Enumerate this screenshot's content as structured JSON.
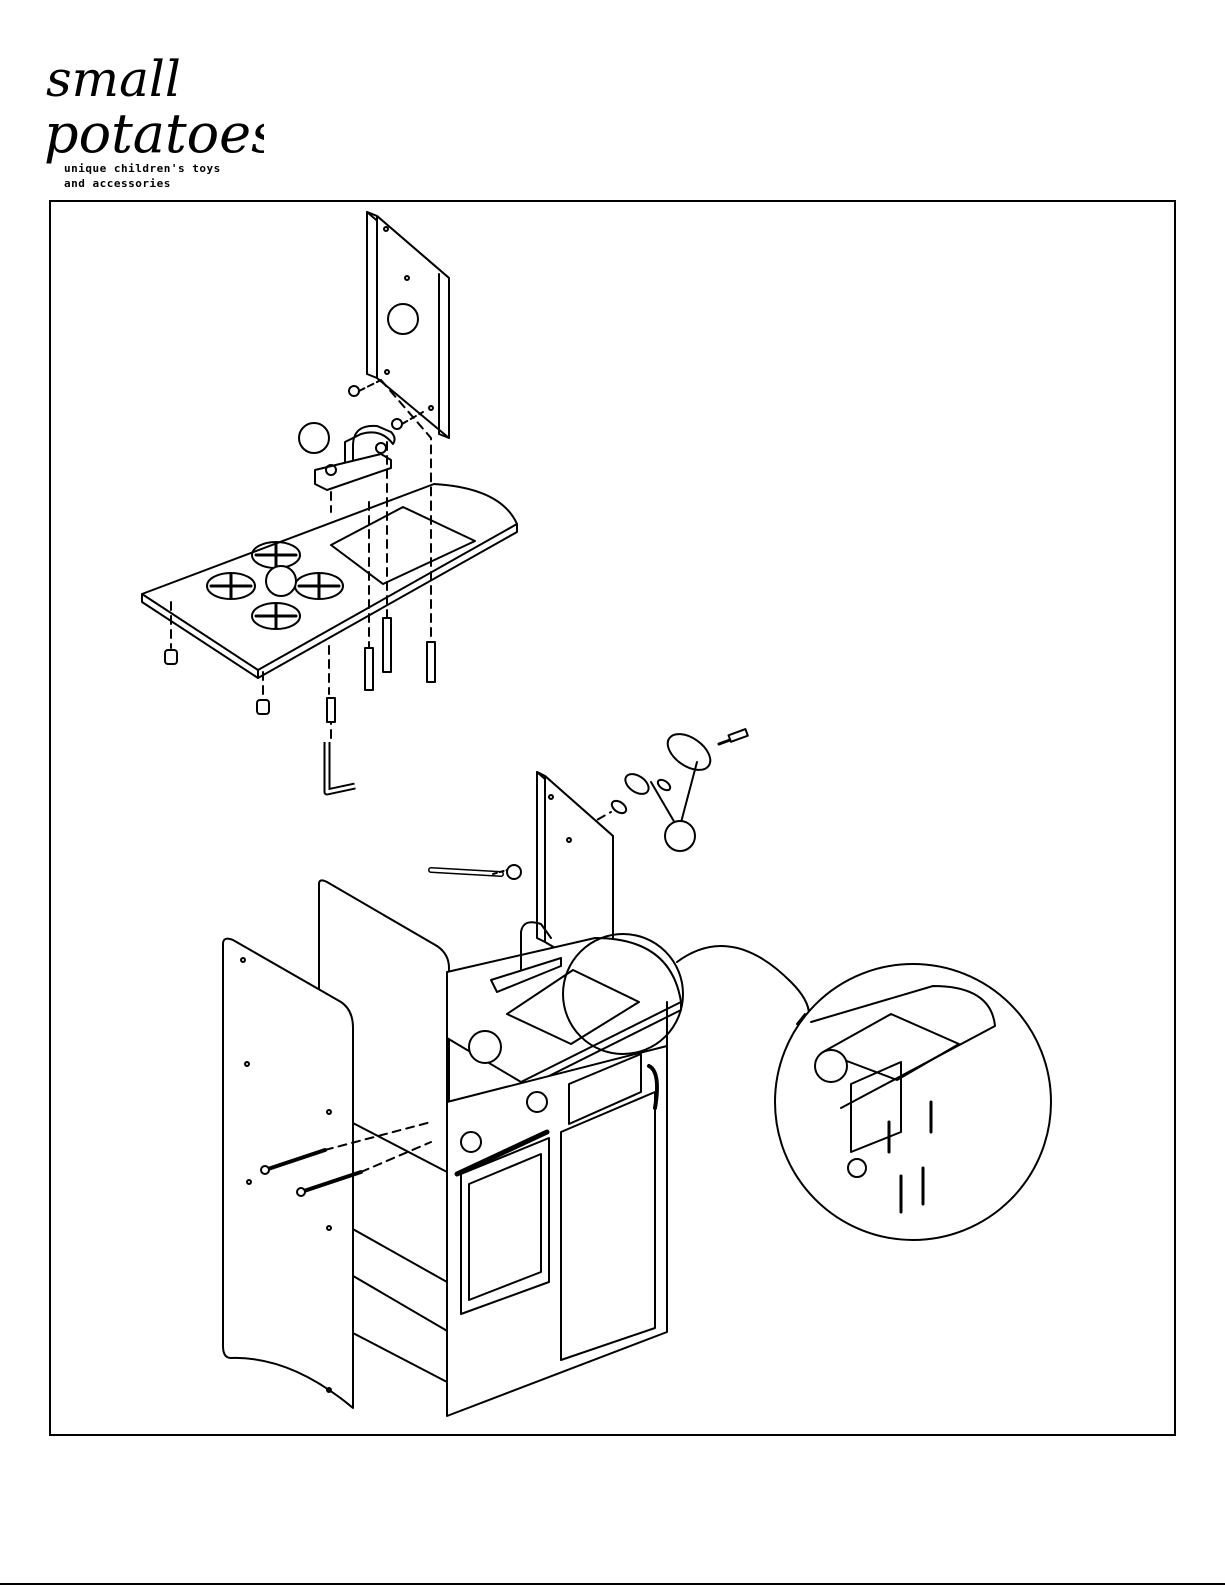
{
  "brand": {
    "line1": "small",
    "line2": "potatoes",
    "tagline1": "unique children's toys",
    "tagline2": "and accessories"
  },
  "diagram": {
    "icons": [
      "back-panel",
      "faucet",
      "countertop",
      "burner",
      "screw",
      "bolt",
      "hex-key",
      "wrench",
      "knob",
      "side-panel",
      "cabinet",
      "detail-magnifier"
    ]
  },
  "colors": {
    "ink": "#000000",
    "paper": "#ffffff"
  }
}
